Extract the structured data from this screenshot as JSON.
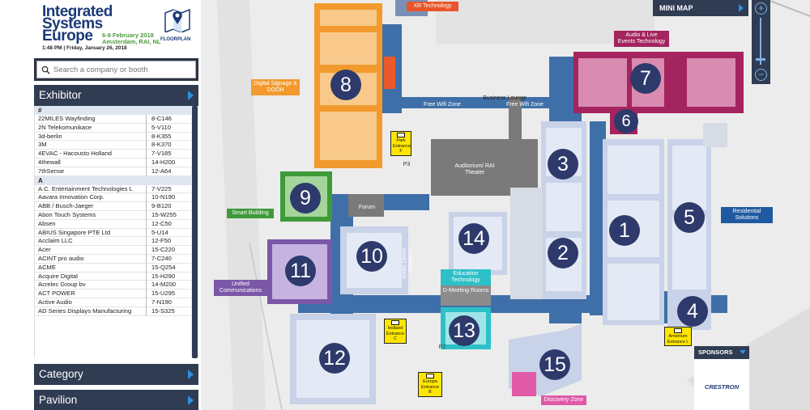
{
  "logo": {
    "line1": "Integrated",
    "line2": "Systems",
    "line3": "Europe",
    "dates": "6-9 February 2018",
    "location": "Amsterdam, RAI, NL",
    "timestamp": "1:48 PM | Friday, January 26, 2018",
    "floorplan_label": "FLOORPLAN"
  },
  "search": {
    "placeholder": "Search a company or booth"
  },
  "panels": {
    "exhibitor": "Exhibitor",
    "category": "Category",
    "pavilion": "Pavilion"
  },
  "exhibitors": [
    {
      "type": "letter",
      "text": "#"
    },
    {
      "name": "22MILES Wayfinding",
      "booth": "8-C146"
    },
    {
      "name": "2N Telekomunikace",
      "booth": "5-V110"
    },
    {
      "name": "3d-berlin",
      "booth": "8-K355"
    },
    {
      "name": "3M",
      "booth": "8-K370"
    },
    {
      "name": "4EVAC - Hacousto Holland",
      "booth": "7-V185"
    },
    {
      "name": "4thewall",
      "booth": "14-H200"
    },
    {
      "name": "7thSense",
      "booth": "12-A64"
    },
    {
      "type": "letter",
      "text": "A"
    },
    {
      "name": "A.C. Entertainment Technologies L",
      "booth": "7-V225"
    },
    {
      "name": "Aavara Innovation Corp.",
      "booth": "10-N190"
    },
    {
      "name": "ABB / Busch-Jaeger",
      "booth": "9-B120"
    },
    {
      "name": "Abon Touch Systems",
      "booth": "15-W255"
    },
    {
      "name": "Absen",
      "booth": "12-C50"
    },
    {
      "name": "ABIUS Singapore PTE Ltd",
      "booth": "5-U14"
    },
    {
      "name": "Acclaim LLC",
      "booth": "12-F50"
    },
    {
      "name": "Acer",
      "booth": "15-C220"
    },
    {
      "name": "ACINT pro audio",
      "booth": "7-C240"
    },
    {
      "name": "ACME",
      "booth": "15-Q254"
    },
    {
      "name": "Acquire Digital",
      "booth": "15-H290"
    },
    {
      "name": "Acrelec Group bv",
      "booth": "14-M200"
    },
    {
      "name": "ACT POWER",
      "booth": "15-U295"
    },
    {
      "name": "Active Audio",
      "booth": "7-N190"
    },
    {
      "name": "AD Series Displays Manufacturing",
      "booth": "15-S325"
    }
  ],
  "map": {
    "minimap": "MINI MAP",
    "sponsors": "SPONSORS",
    "sponsor_name": "CRESTRON",
    "halls": [
      {
        "id": "1",
        "label": "1"
      },
      {
        "id": "2",
        "label": "2"
      },
      {
        "id": "3",
        "label": "3"
      },
      {
        "id": "4",
        "label": "4"
      },
      {
        "id": "5",
        "label": "5"
      },
      {
        "id": "6",
        "label": "6"
      },
      {
        "id": "7",
        "label": "7"
      },
      {
        "id": "8",
        "label": "8"
      },
      {
        "id": "9",
        "label": "9"
      },
      {
        "id": "10",
        "label": "10"
      },
      {
        "id": "11",
        "label": "11"
      },
      {
        "id": "12",
        "label": "12"
      },
      {
        "id": "13",
        "label": "13"
      },
      {
        "id": "14",
        "label": "14"
      },
      {
        "id": "15",
        "label": "15"
      }
    ],
    "zones": {
      "xr": "XR Technology",
      "audio_live": "Audio & Live Events Technology",
      "digital_signage": "Digital Signage & DOOH",
      "smart_building": "Smart Building",
      "unified": "Unified Communications",
      "residential": "Residential Solutions",
      "education": "Education Technology",
      "discovery": "Discovery Zone"
    },
    "places": {
      "business_lounge": "Business Lounge",
      "free_wifi_1": "Free Wifi Zone",
      "free_wifi_2": "Free Wifi Zone",
      "auditorium": "Auditorium/ RAI Theater",
      "forum": "Forum",
      "audio_demo": "Audio Demo Rooms",
      "d_meeting": "D-Meeting Rooms",
      "p3": "P3",
      "p2": "P2"
    },
    "entrances": {
      "park": "Park Entrance F",
      "holland": "Holland Entrance C",
      "europa": "Europa Entrance B",
      "amstrium": "Amstrium Entrance L"
    },
    "colors": {
      "corridor": "#3f6fa8",
      "hall_blue": "#c8d2e8",
      "hall8": "#f29a2e",
      "hall7": "#a3245e",
      "hall9": "#3f9a3a",
      "hall11": "#7b57a8",
      "hall13": "#2ec0c8",
      "hall15_pink": "#e05aa8"
    }
  }
}
